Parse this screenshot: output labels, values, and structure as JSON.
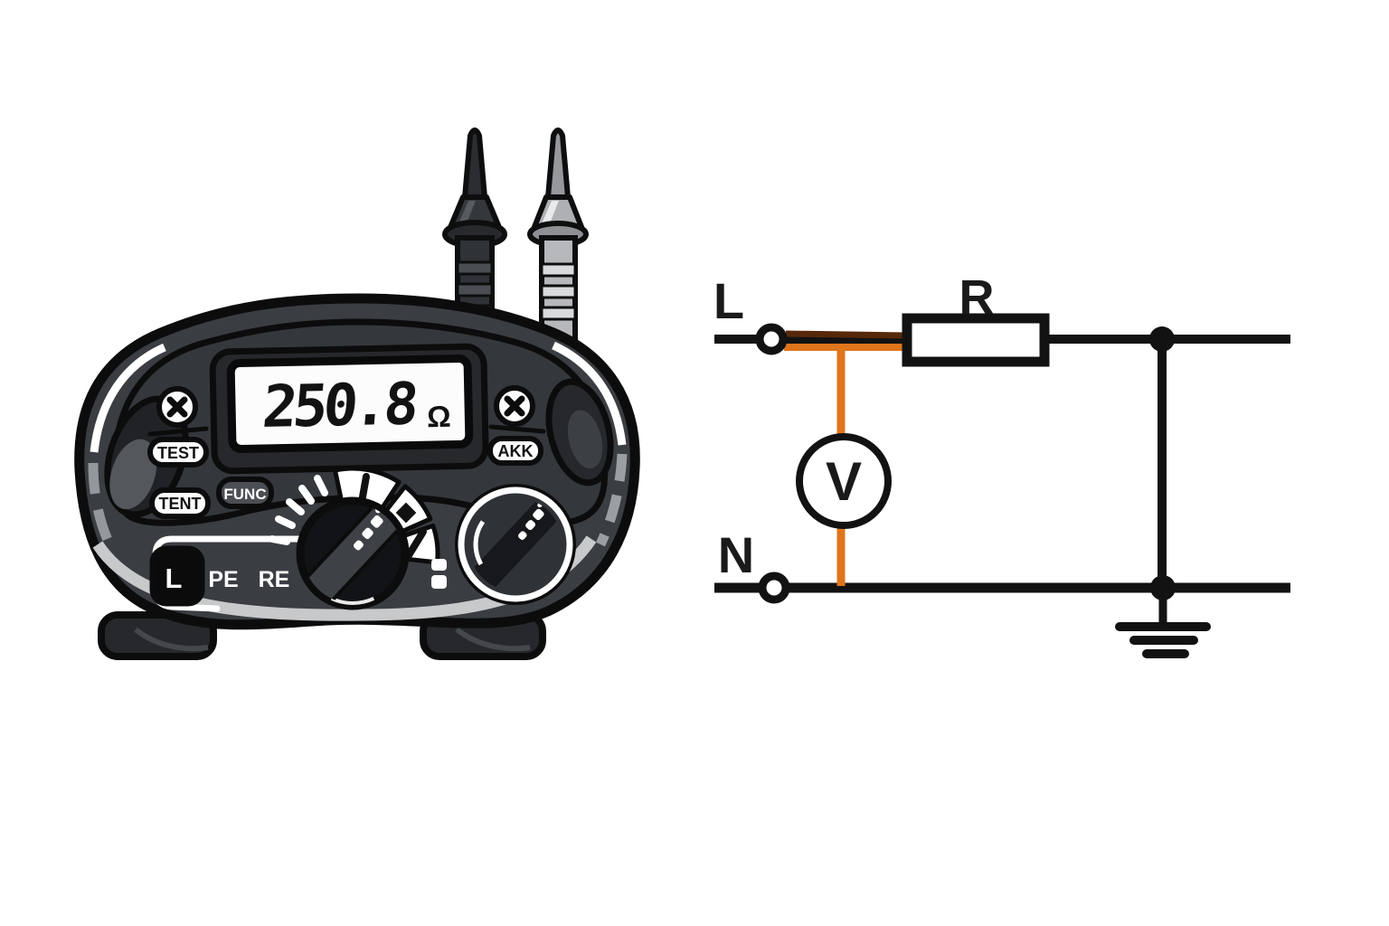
{
  "device": {
    "name": "installation-tester-illustration",
    "display": {
      "value": "250.8",
      "unit": "Ω"
    },
    "buttons": {
      "test": "TEST",
      "akk": "AKK",
      "tent": "TENT",
      "func": "FUNC"
    },
    "icons": {
      "cancel_left": "x-mark",
      "cancel_right": "x-mark"
    },
    "ports": {
      "l": "L",
      "pe": "PE",
      "re": "RE"
    }
  },
  "circuit": {
    "labels": {
      "line": "L",
      "neutral": "N",
      "resistor": "R",
      "voltmeter": "V"
    },
    "icons": {
      "ground": "earth-ground-symbol",
      "terminal_l": "open-terminal",
      "terminal_n": "open-terminal"
    },
    "colors": {
      "wire": "#121212",
      "probe_wire_orange": "#DF751C",
      "probe_wire_dark": "#57280A"
    }
  }
}
